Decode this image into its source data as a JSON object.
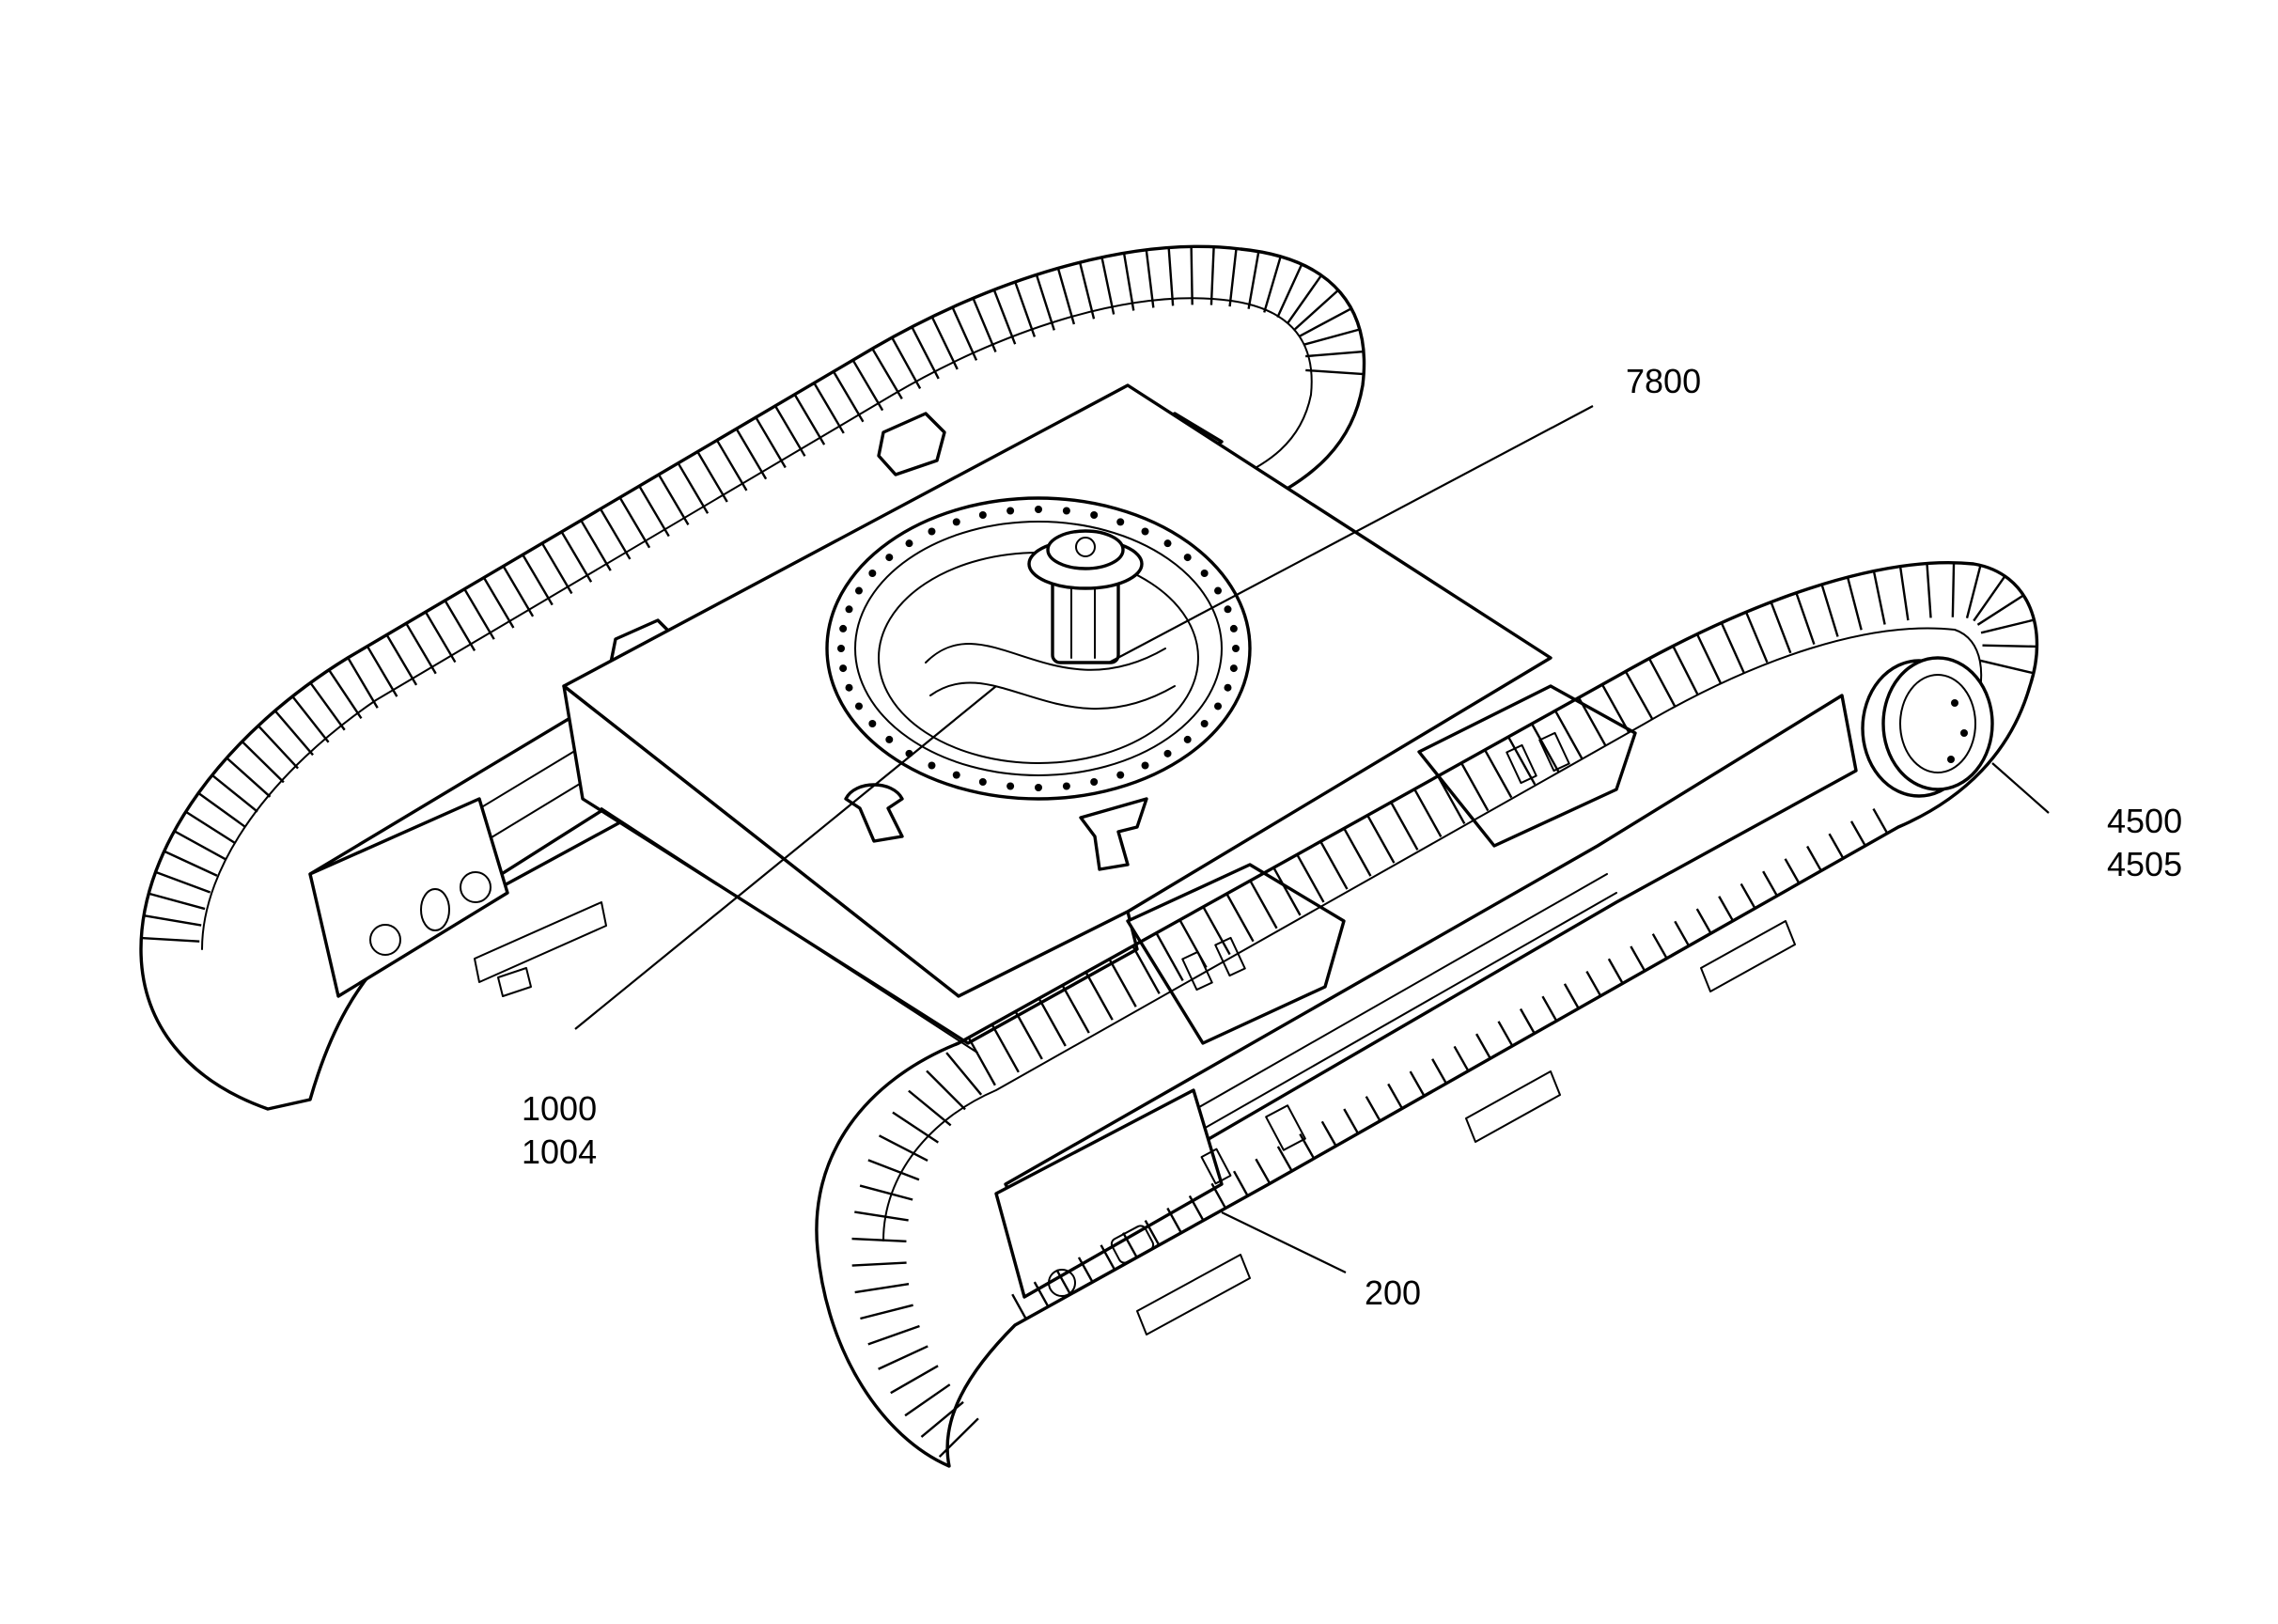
{
  "callouts": [
    {
      "id": "c7800",
      "lines": [
        "7800"
      ]
    },
    {
      "id": "c1000",
      "lines": [
        "1000",
        "1004"
      ]
    },
    {
      "id": "c4500",
      "lines": [
        "4500",
        "4505"
      ]
    },
    {
      "id": "c200",
      "lines": [
        "200"
      ]
    }
  ],
  "colors": {
    "line": "#000000",
    "background": "#ffffff"
  }
}
